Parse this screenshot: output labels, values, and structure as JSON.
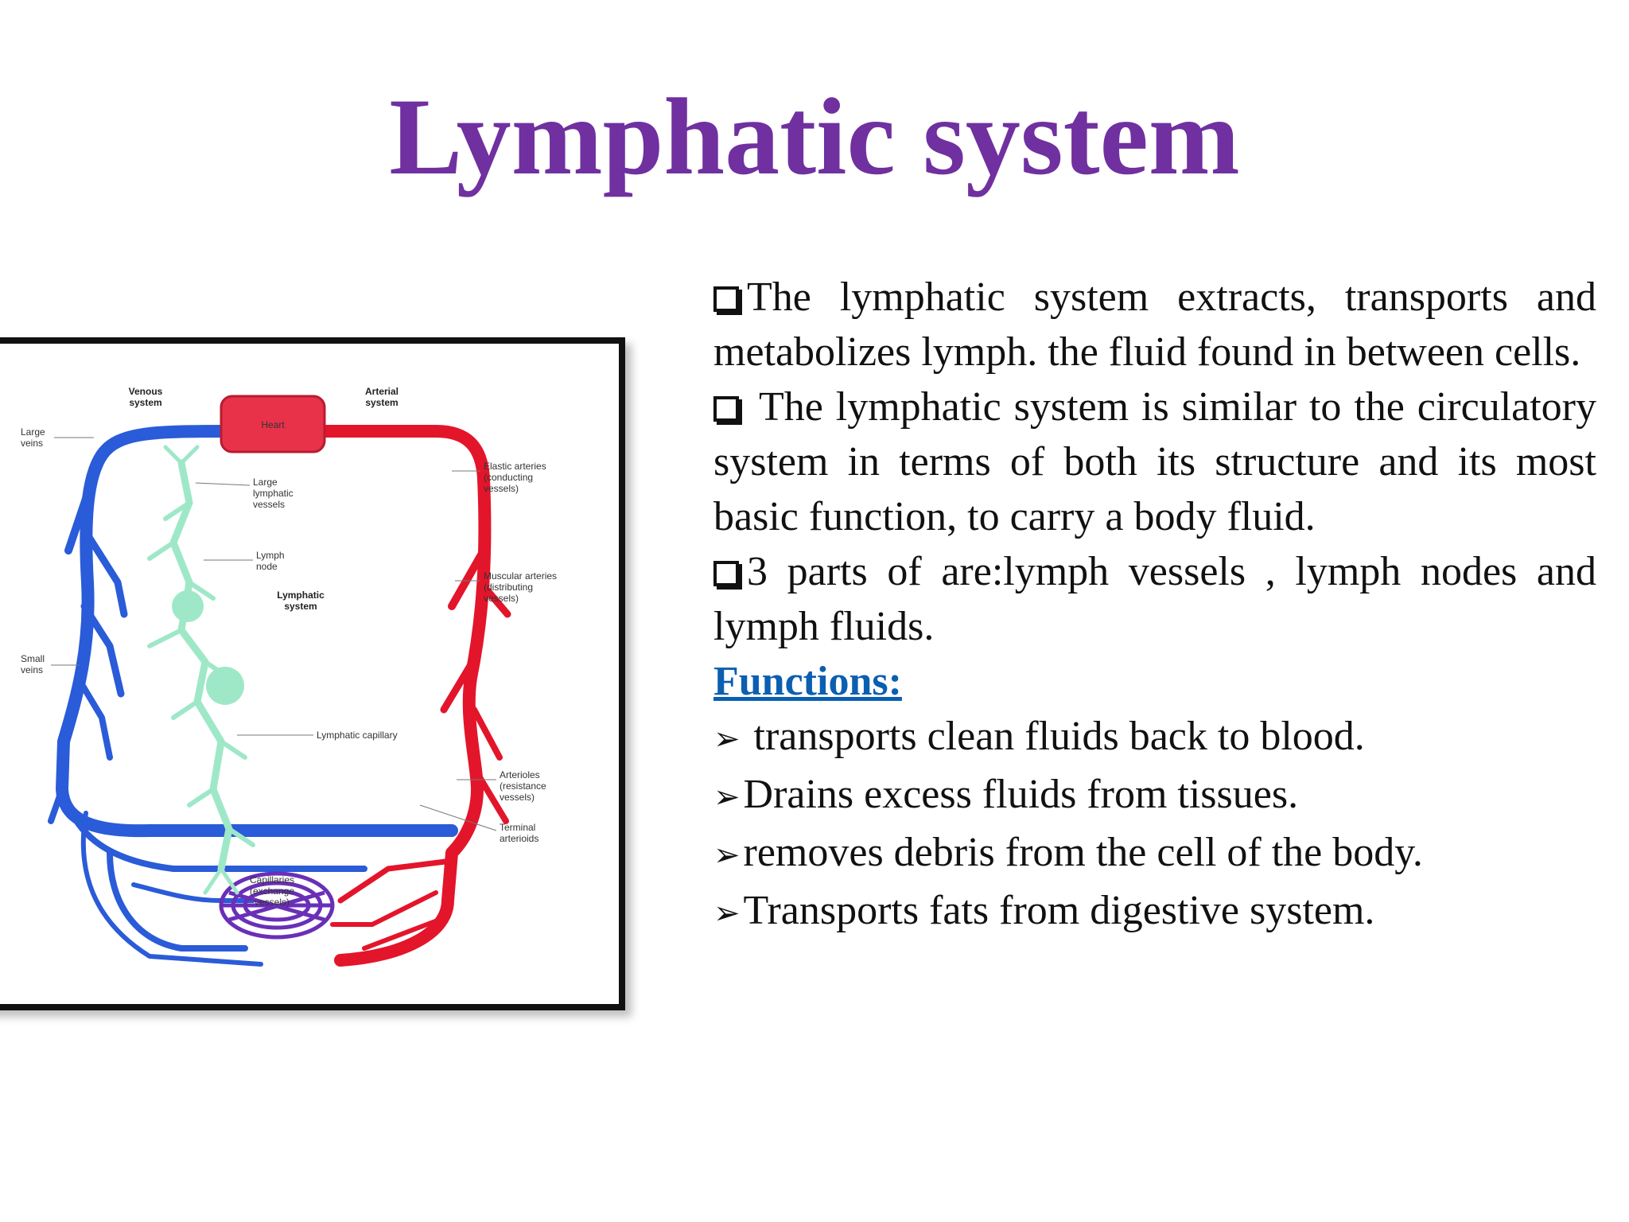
{
  "title": "Lymphatic system",
  "bullets": [
    "The lymphatic system extracts, transports and metabolizes lymph. the fluid found in between cells.",
    " The lymphatic system is similar to the circulatory system in terms of both its structure and its most basic function, to carry a body fluid.",
    "3 parts of are:lymph vessels , lymph nodes and lymph fluids."
  ],
  "functions_heading": "Functions:",
  "functions": [
    " transports clean fluids back to blood.",
    "Drains excess fluids from tissues.",
    "removes debris from the cell of the body.",
    "Transports fats from digestive system."
  ],
  "diagram": {
    "labels": {
      "venous_1": "Venous",
      "venous_2": "system",
      "arterial_1": "Arterial",
      "arterial_2": "system",
      "heart": "Heart",
      "large_veins_1": "Large",
      "large_veins_2": "veins",
      "large_lymph_1": "Large",
      "large_lymph_2": "lymphatic",
      "large_lymph_3": "vessels",
      "lymph_node_1": "Lymph",
      "lymph_node_2": "node",
      "lymphatic_system_1": "Lymphatic",
      "lymphatic_system_2": "system",
      "small_veins_1": "Small",
      "small_veins_2": "veins",
      "elastic_1": "Elastic arteries",
      "elastic_2": "(conducting",
      "elastic_3": "vessels)",
      "muscular_1": "Muscular arteries",
      "muscular_2": "(distributing",
      "muscular_3": "vessels)",
      "lymph_capillary": "Lymphatic capillary",
      "arterioles_1": "Arterioles",
      "arterioles_2": "(resistance",
      "arterioles_3": "vessels)",
      "terminal_1": "Terminal",
      "terminal_2": "arterioids",
      "capillaries_1": "Capillaries",
      "capillaries_2": "(exchange",
      "capillaries_3": "vessels)"
    },
    "colors": {
      "vein": "#2a5bd8",
      "artery": "#e3152b",
      "lymph": "#9ee8c8",
      "heart": "#e8324a",
      "capillary": "#6a2fb8"
    }
  }
}
